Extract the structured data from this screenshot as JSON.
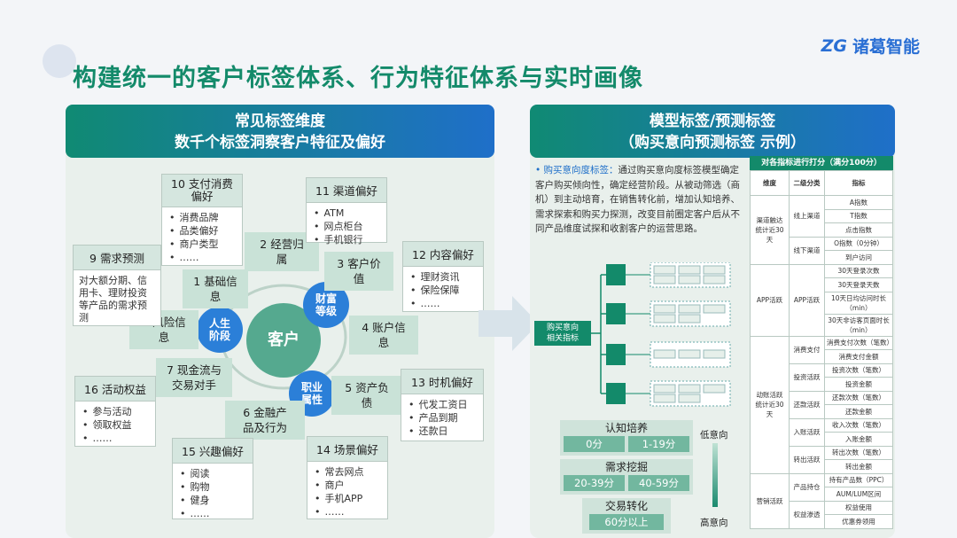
{
  "title": "构建统一的客户标签体系、行为特征体系与实时画像",
  "logo": {
    "mark": "ZG",
    "text": "诸葛智能"
  },
  "left": {
    "header_line1": "常见标签维度",
    "header_line2": "数千个标签洞察客户特征及偏好",
    "center": "客户",
    "circles": {
      "life": "人生\n阶段",
      "wealth": "财富\n等级",
      "job": "职业\n属性"
    },
    "chips": {
      "c1": "1 基础信\n息",
      "c2": "2 经营归\n属",
      "c3": "3 客户价\n值",
      "c4": "4 账户信\n息",
      "c5": "5 资产负\n债",
      "c6": "6 金融产\n品及行为",
      "c7": "7 现金流与\n交易对手",
      "c8": "8 风险信\n息"
    },
    "boxes": {
      "b10": {
        "title": "10 支付消费\n偏好",
        "items": [
          "消费品牌",
          "品类偏好",
          "商户类型",
          "……"
        ]
      },
      "b11": {
        "title": "11 渠道偏好",
        "items": [
          "ATM",
          "网点柜台",
          "手机银行"
        ]
      },
      "b12": {
        "title": "12 内容偏好",
        "items": [
          "理财资讯",
          "保险保障",
          "……"
        ]
      },
      "b9": {
        "title": "9 需求预测",
        "text": "对大额分期、信用卡、理财投资等产品的需求预测"
      },
      "b13": {
        "title": "13 时机偏好",
        "items": [
          "代发工资日",
          "产品到期",
          "还款日"
        ]
      },
      "b16": {
        "title": "16 活动权益",
        "items": [
          "参与活动",
          "领取权益",
          "……"
        ]
      },
      "b15": {
        "title": "15 兴趣偏好",
        "items": [
          "阅读",
          "购物",
          "健身",
          "……"
        ]
      },
      "b14": {
        "title": "14 场景偏好",
        "items": [
          "常去网点",
          "商户",
          "手机APP",
          "……"
        ]
      }
    }
  },
  "right": {
    "header_line1": "模型标签/预测标签",
    "header_line2": "（购买意向预测标签 示例）",
    "desc_label": "购买意向度标签：",
    "desc": "通过购买意向度标签模型确定客户购买倾向性，确定经营阶段。从被动筛选（商机）到主动培育，在销售转化前，增加认知培养、需求探索和购买力探测，改变目前圈定客户后从不同产品维度试探和收割客户的运营思路。",
    "source": "购买意向\n相关指标",
    "stages": [
      {
        "name": "认知培养",
        "a": "0分",
        "b": "1-19分"
      },
      {
        "name": "需求挖掘",
        "a": "20-39分",
        "b": "40-59分"
      },
      {
        "name": "交易转化",
        "a": "60分以上",
        "b": ""
      }
    ],
    "low": "低意向",
    "high": "高意向",
    "table": {
      "caption": "对各指标进行打分（满分100分）",
      "headers": [
        "维度",
        "二级分类",
        "指标"
      ],
      "rows": [
        [
          "渠道触达\n统计近30天",
          "线上渠道",
          "A指数"
        ],
        [
          "",
          "",
          "T指数"
        ],
        [
          "",
          "",
          "点击指数"
        ],
        [
          "",
          "线下渠道",
          "O指数（0分钟）"
        ],
        [
          "",
          "",
          "到户访问"
        ],
        [
          "APP活跃",
          "APP活跃",
          "30天登录次数"
        ],
        [
          "",
          "",
          "30天登录天数"
        ],
        [
          "",
          "",
          "10天日均访问时长（min）"
        ],
        [
          "",
          "",
          "30天非访客页面时长（min）"
        ],
        [
          "动账活跃\n统计近30天",
          "消费支付",
          "消费支付次数（笔数）"
        ],
        [
          "",
          "",
          "消费支付金额"
        ],
        [
          "",
          "投资活跃",
          "投资次数（笔数）"
        ],
        [
          "",
          "",
          "投资金额"
        ],
        [
          "",
          "还款活跃",
          "还款次数（笔数）"
        ],
        [
          "",
          "",
          "还款金额"
        ],
        [
          "",
          "入账活跃",
          "收入次数（笔数）"
        ],
        [
          "",
          "",
          "入账金额"
        ],
        [
          "",
          "转出活跃",
          "转出次数（笔数）"
        ],
        [
          "",
          "",
          "转出金额"
        ],
        [
          "营销活跃",
          "产品持仓",
          "持有产品数（PPC）"
        ],
        [
          "",
          "",
          "AUM/LUM区间"
        ],
        [
          "",
          "权益渗透",
          "权益使用"
        ],
        [
          "",
          "",
          "优惠券领用"
        ]
      ]
    }
  }
}
